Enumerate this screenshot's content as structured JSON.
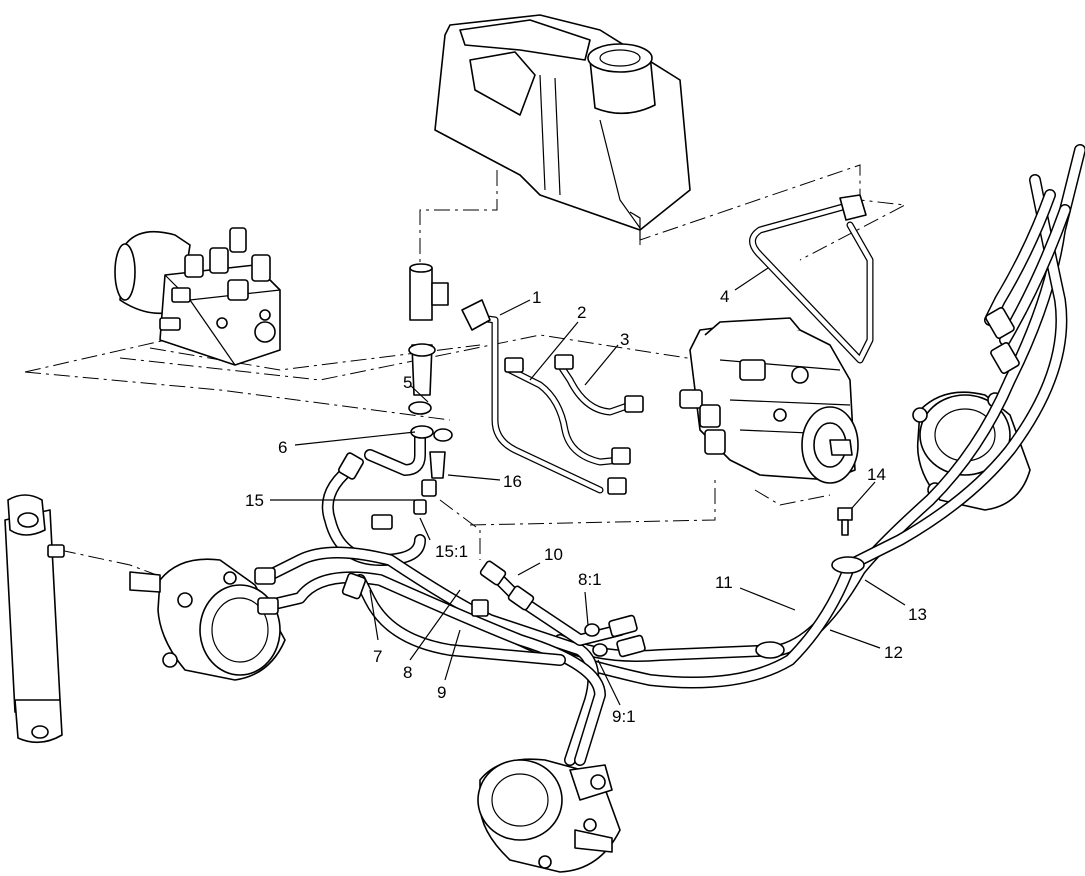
{
  "callouts": [
    "1",
    "2",
    "3",
    "4",
    "5",
    "6",
    "7",
    "8",
    "8:1",
    "9",
    "9:1",
    "10",
    "11",
    "12",
    "13",
    "14",
    "15",
    "15:1",
    "16"
  ],
  "components": [
    "hydraulic-tank",
    "control-valve-block",
    "hydrostatic-pump",
    "lift-cylinder",
    "wheel-motor-left",
    "wheel-motor-right",
    "wheel-motor-rear"
  ]
}
